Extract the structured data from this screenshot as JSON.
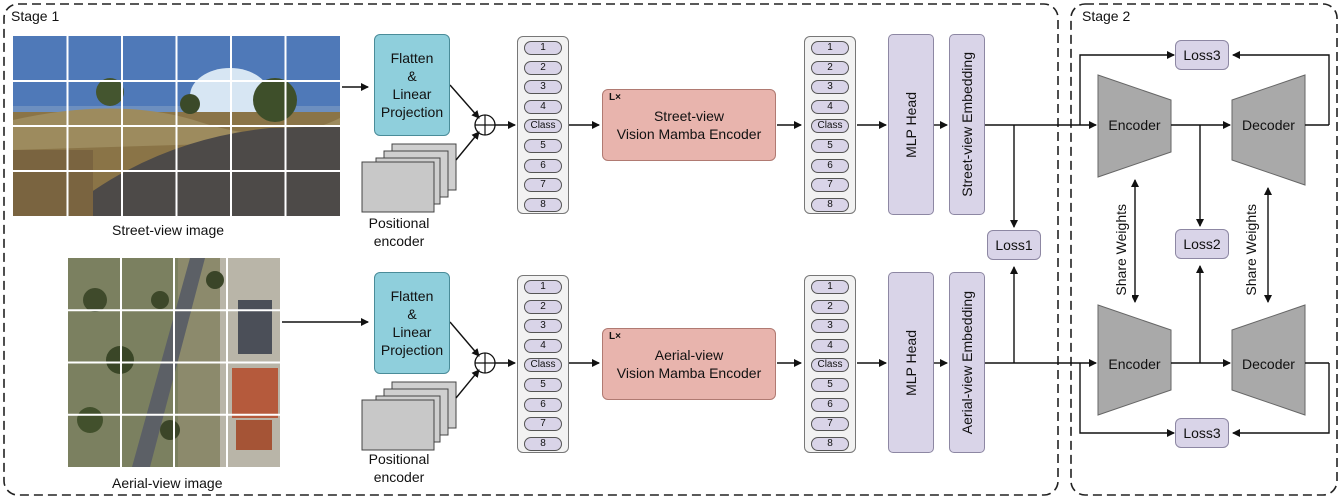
{
  "stages": {
    "stage1": "Stage 1",
    "stage2": "Stage 2"
  },
  "street": {
    "image_caption": "Street-view image",
    "projection": [
      "Flatten",
      "&",
      "Linear",
      "Projection"
    ],
    "positional": [
      "Positional",
      "encoder"
    ],
    "tokens": [
      "1",
      "2",
      "3",
      "4",
      "Class",
      "5",
      "6",
      "7",
      "8"
    ],
    "layers_mark": "L×",
    "encoder": [
      "Street-view",
      "Vision Mamba Encoder"
    ],
    "mlp_head": "MLP Head",
    "embedding": "Street-view Embedding"
  },
  "aerial": {
    "image_caption": "Aerial-view image",
    "projection": [
      "Flatten",
      "&",
      "Linear",
      "Projection"
    ],
    "positional": [
      "Positional",
      "encoder"
    ],
    "tokens": [
      "1",
      "2",
      "3",
      "4",
      "Class",
      "5",
      "6",
      "7",
      "8"
    ],
    "layers_mark": "L×",
    "encoder": [
      "Aerial-view",
      "Vision Mamba Encoder"
    ],
    "mlp_head": "MLP Head",
    "embedding": "Aerial-view Embedding"
  },
  "losses": {
    "loss1": "Loss1",
    "loss2": "Loss2",
    "loss3_top": "Loss3",
    "loss3_bottom": "Loss3"
  },
  "autoencoder": {
    "encoder_top": "Encoder",
    "decoder_top": "Decoder",
    "encoder_bottom": "Encoder",
    "decoder_bottom": "Decoder",
    "share_weights_left": "Share Weights",
    "share_weights_right": "Share Weights"
  },
  "colors": {
    "projection": "#8fcfdc",
    "encoder": "#e8b4ad",
    "purple": "#d9d4e8",
    "trapezoid": "#a9a9a9",
    "token_column": "#f2f2f2"
  }
}
